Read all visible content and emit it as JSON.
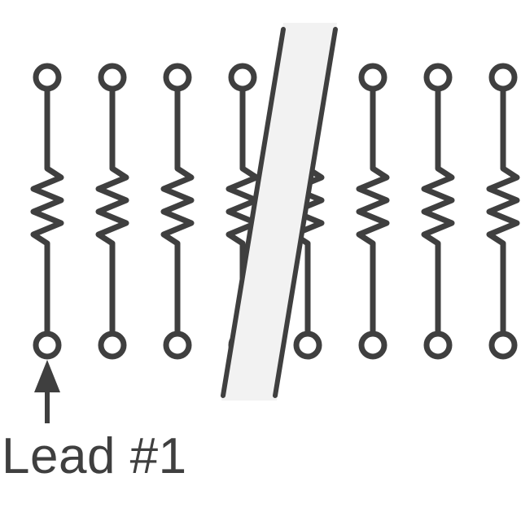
{
  "diagram": {
    "kind": "resistor-network-schematic",
    "resistor_count": 8,
    "lead_label": "Lead #1",
    "colors": {
      "stroke": "#3f3f3f",
      "break_band": "#f2f2f2",
      "background": "#ffffff"
    },
    "icons": {
      "lead_pointer": "arrow-up-icon"
    }
  }
}
